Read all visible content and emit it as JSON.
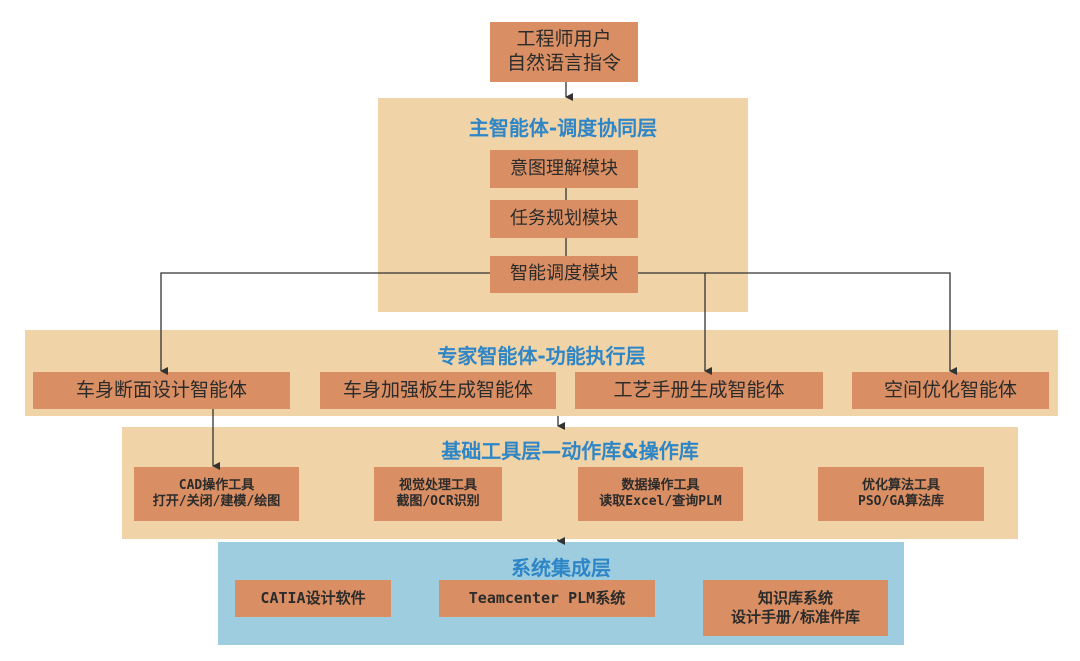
{
  "user_box": {
    "line1": "工程师用户",
    "line2": "自然语言指令"
  },
  "master_layer": {
    "title": "主智能体-调度协同层",
    "modules": [
      "意图理解模块",
      "任务规划模块",
      "智能调度模块"
    ]
  },
  "expert_layer": {
    "title": "专家智能体-功能执行层",
    "agents": [
      "车身断面设计智能体",
      "车身加强板生成智能体",
      "工艺手册生成智能体",
      "空间优化智能体"
    ]
  },
  "tool_layer": {
    "title": "基础工具层—动作库&操作库",
    "tools": [
      {
        "name": "CAD操作工具",
        "detail": "打开/关闭/建模/绘图"
      },
      {
        "name": "视觉处理工具",
        "detail": "截图/OCR识别"
      },
      {
        "name": "数据操作工具",
        "detail": "读取Excel/查询PLM"
      },
      {
        "name": "优化算法工具",
        "detail": "PSO/GA算法库"
      }
    ]
  },
  "system_layer": {
    "title": "系统集成层",
    "systems": [
      {
        "name": "CATIA设计软件",
        "detail": ""
      },
      {
        "name": "Teamcenter PLM系统",
        "detail": ""
      },
      {
        "name": "知识库系统",
        "detail": "设计手册/标准件库"
      }
    ]
  },
  "colors": {
    "layer_fill": "#f0d3a6",
    "system_layer_fill": "#9fcde0",
    "box_fill": "#d98f63",
    "title_text": "#2f86c6",
    "connector": "#333333"
  }
}
